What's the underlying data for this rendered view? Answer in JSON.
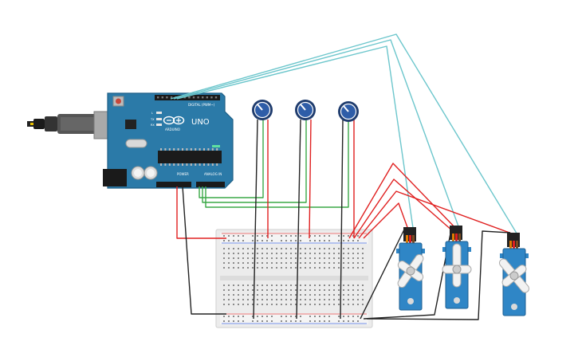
{
  "arduino": {
    "model_label": "UNO",
    "brand_label": "ARDUINO",
    "digital_header_label": "DIGITAL (PWM~)",
    "power_label": "POWER",
    "analog_label": "ANALOG IN",
    "tx_label": "TX",
    "rx_label": "RX",
    "l_label": "L"
  },
  "components": {
    "potentiometer_count": 3,
    "servo_count": 3
  },
  "colors": {
    "arduino_blue": "#2b7aa8",
    "arduino_dark": "#1f5f86",
    "wire_red": "#e02020",
    "wire_black": "#222222",
    "wire_green": "#3aa846",
    "wire_cyan": "#6cc6cc",
    "servo_blue": "#2f86c6",
    "breadboard": "#e9e9e9"
  }
}
